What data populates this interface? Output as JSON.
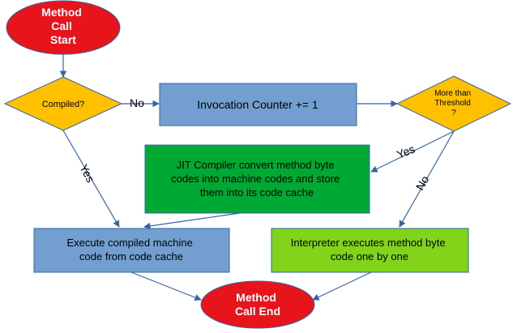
{
  "nodes": {
    "start": {
      "lines": [
        "Method",
        "Call",
        "Start"
      ],
      "fill": "#e8141c"
    },
    "compiled": {
      "text": "Compiled?",
      "fill": "#ffc000"
    },
    "counter": {
      "text": "Invocation Counter += 1",
      "fill": "#729fcf"
    },
    "threshold": {
      "lines": [
        "More than",
        "Threshold",
        "?"
      ],
      "fill": "#ffc000"
    },
    "jit": {
      "lines": [
        "JIT Compiler convert method byte",
        "codes into machine codes and store",
        "them into its code cache"
      ],
      "fill": "#00a933"
    },
    "execute": {
      "lines": [
        "Execute compiled machine",
        "code from code cache"
      ],
      "fill": "#729fcf"
    },
    "interpret": {
      "lines": [
        "Interpreter executes method byte",
        "code one by one"
      ],
      "fill": "#81d41a"
    },
    "end": {
      "lines": [
        "Method",
        "Call End"
      ],
      "fill": "#e8141c"
    }
  },
  "edge_labels": {
    "compiled_no": "No",
    "compiled_yes": "Yes",
    "threshold_yes": "Yes",
    "threshold_no": "No"
  },
  "colors": {
    "edge": "#3465a4",
    "node_stroke": "#3465a4",
    "terminal_text": "#ffffff",
    "label_text": "#000000"
  }
}
